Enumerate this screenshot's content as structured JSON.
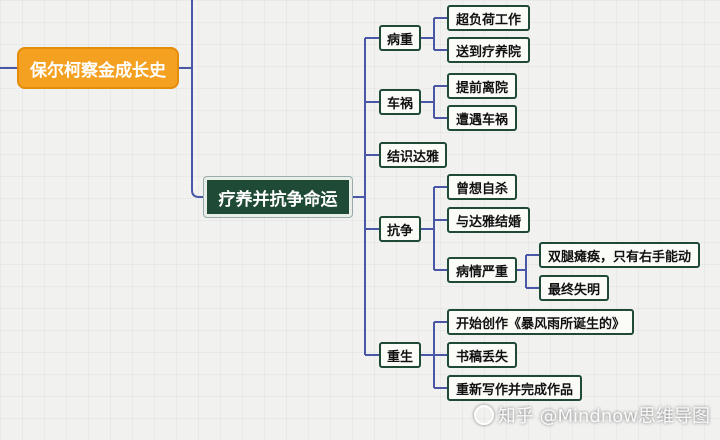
{
  "root": {
    "label": "保尔柯察金成长史"
  },
  "main": {
    "label": "疗养并抗争命运"
  },
  "branches": {
    "bingzhong": {
      "label": "病重",
      "children": [
        "超负荷工作",
        "送到疗养院"
      ]
    },
    "chehuo": {
      "label": "车祸",
      "children": [
        "提前离院",
        "遭遇车祸"
      ]
    },
    "jieshi": {
      "label": "结识达雅"
    },
    "kangzheng": {
      "label": "抗争",
      "children": [
        "曾想自杀",
        "与达雅结婚",
        "病情严重"
      ]
    },
    "bingqing": {
      "children": [
        "双腿瘫痪，只有右手能动",
        "最终失明"
      ]
    },
    "chongsheng": {
      "label": "重生",
      "children": [
        "开始创作《暴风雨所诞生的》",
        "书稿丢失",
        "重新写作并完成作品"
      ]
    }
  },
  "watermark": {
    "text": "知乎 @Mindnow思维导图"
  },
  "colors": {
    "connector": "#4a57a6",
    "root_fill": "#f4a020",
    "main_fill": "#1f4a35",
    "node_border": "#1f4a35"
  }
}
